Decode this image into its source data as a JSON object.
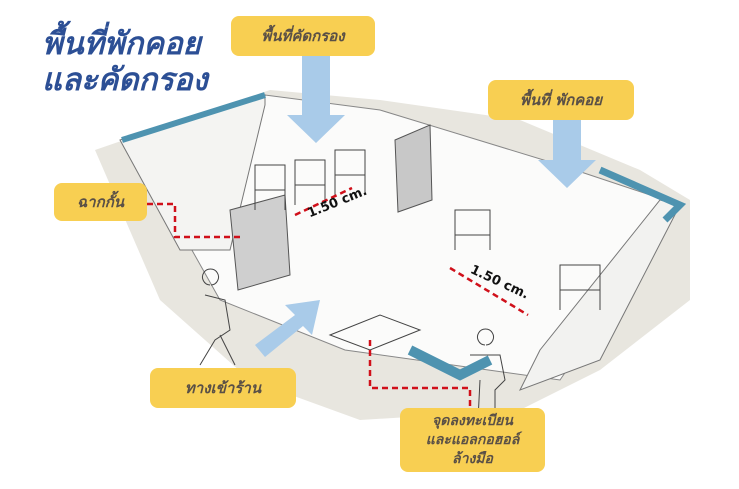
{
  "title": {
    "line1": "พื้นที่พักคอย",
    "line2": "และคัดกรอง"
  },
  "labels": {
    "screening_area": "พื้นที่คัดกรอง",
    "waiting_area": "พื้นที่ พักคอย",
    "partition": "ฉากกั้น",
    "entrance": "ทางเข้าร้าน",
    "registration_line1": "จุดลงทะเบียน",
    "registration_line2": "และแอลกอฮอล์",
    "registration_line3": "ล้างมือ"
  },
  "dimensions": {
    "d1": "1.50 cm.",
    "d2": "1.50 cm."
  },
  "colors": {
    "label_bg": "#f8cf52",
    "title": "#2c4f95",
    "arrow": "#a9cbe9",
    "dash": "#d0101a",
    "counter": "#4e93b0"
  }
}
